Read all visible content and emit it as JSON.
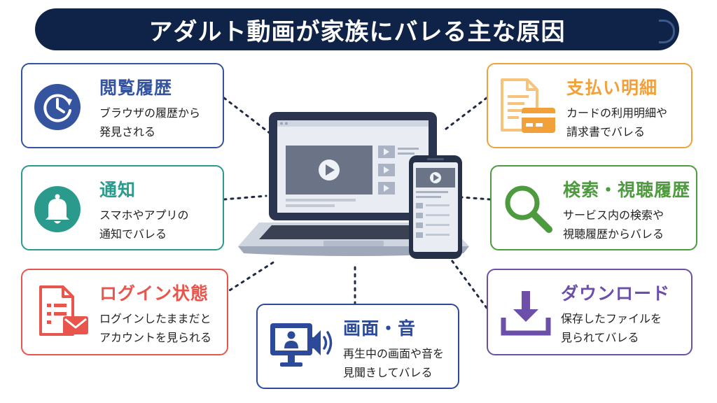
{
  "header": {
    "title": "アダルト動画が家族にバレる主な原因"
  },
  "colors": {
    "header_bg": "#0f2247",
    "blue": "#3554a0",
    "teal": "#2a9a8c",
    "red": "#e8554d",
    "navy": "#2d4a9a",
    "orange": "#f2a03a",
    "green": "#4e9a3e",
    "purple": "#6b4fa8"
  },
  "cards": {
    "browser_history": {
      "title": "閲覧履歴",
      "desc_lines": [
        "ブラウザの履歴から",
        "発見される"
      ],
      "icon": "clock-history-icon"
    },
    "notification": {
      "title": "通知",
      "desc_lines": [
        "スマホやアプリの",
        "通知でバレる"
      ],
      "icon": "bell-icon"
    },
    "login_status": {
      "title": "ログイン状態",
      "desc_lines": [
        "ログインしたままだと",
        "アカウントを見られる"
      ],
      "icon": "document-mail-icon"
    },
    "screen_sound": {
      "title": "画面・音",
      "desc_lines": [
        "再生中の画面や音を",
        "見聞きしてバレる"
      ],
      "icon": "monitor-speaker-icon"
    },
    "payment": {
      "title": "支払い明細",
      "desc_lines": [
        "カードの利用明細や",
        "請求書でバレる"
      ],
      "icon": "invoice-card-icon"
    },
    "search_history": {
      "title": "検索・視聴履歴",
      "desc_lines": [
        "サービス内の検索や",
        "視聴履歴からバレる"
      ],
      "icon": "magnifier-icon"
    },
    "download": {
      "title": "ダウンロード",
      "desc_lines": [
        "保存したファイルを",
        "見られてバレる"
      ],
      "icon": "download-icon"
    }
  }
}
